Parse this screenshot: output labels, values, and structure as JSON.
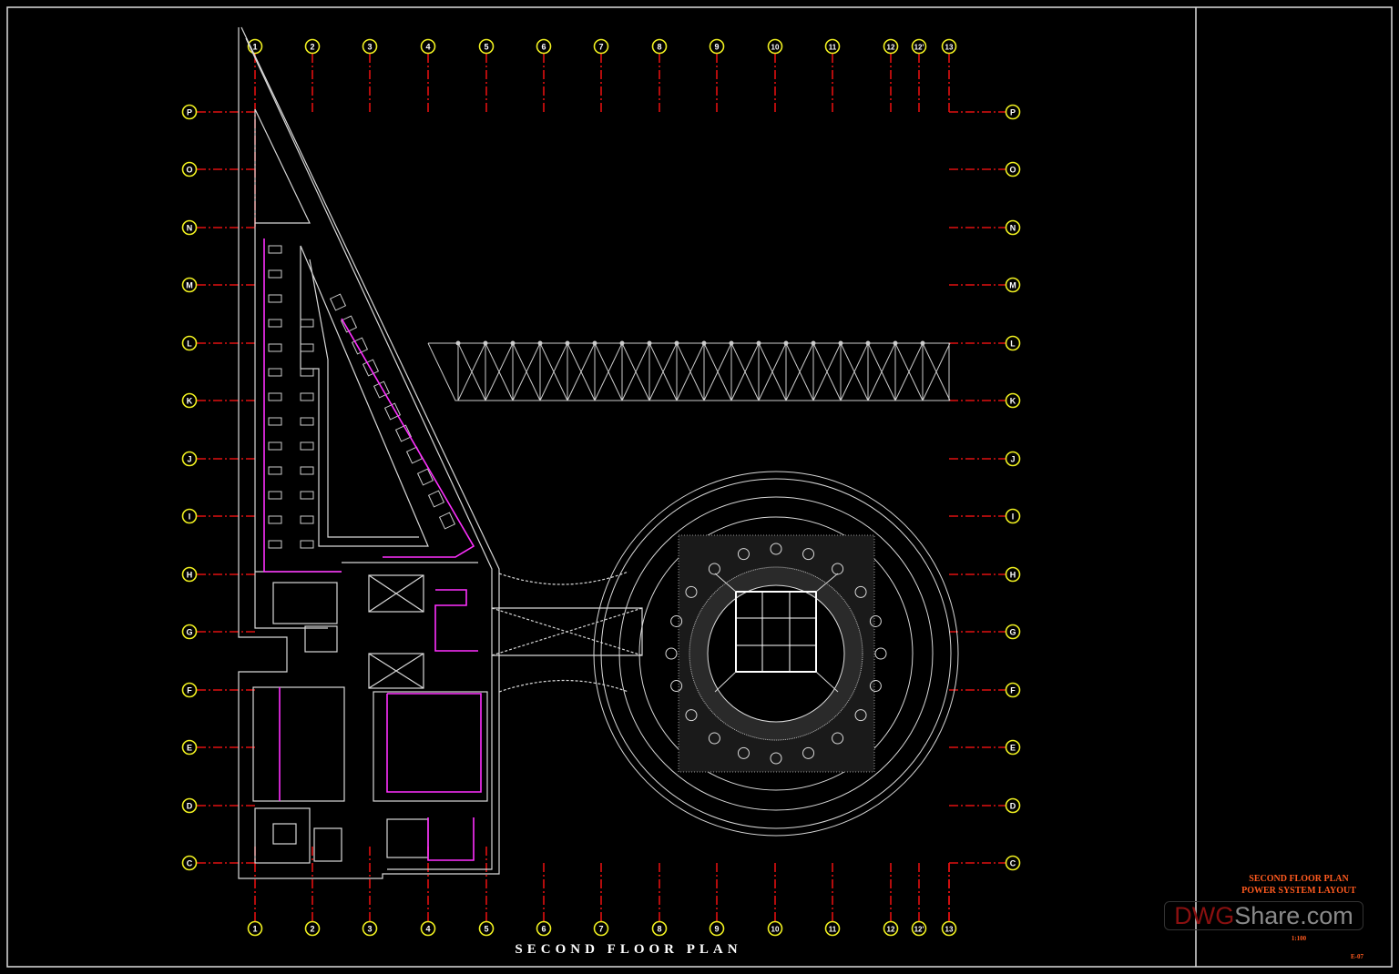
{
  "drawing": {
    "title": "SECOND FLOOR PLAN",
    "columns": [
      "1",
      "2",
      "3",
      "4",
      "5",
      "6",
      "7",
      "8",
      "9",
      "10",
      "11",
      "12",
      "12'",
      "13"
    ],
    "rows": [
      "P",
      "O",
      "N",
      "M",
      "L",
      "K",
      "J",
      "I",
      "H",
      "G",
      "F",
      "E",
      "D",
      "C"
    ]
  },
  "title_block": {
    "line1": "SECOND FLOOR PLAN",
    "line2": "POWER SYSTEM LAYOUT",
    "scale": "1:100",
    "sheet_no": "E-07"
  },
  "watermark": {
    "brand_a": "DWG",
    "brand_b": "Share.com"
  },
  "colors": {
    "grid_line": "#e01010",
    "bubble": "#f0f020",
    "title_block": "#ff5a1f",
    "circuit": "#ff30ff",
    "wall": "#d8d8d8"
  }
}
